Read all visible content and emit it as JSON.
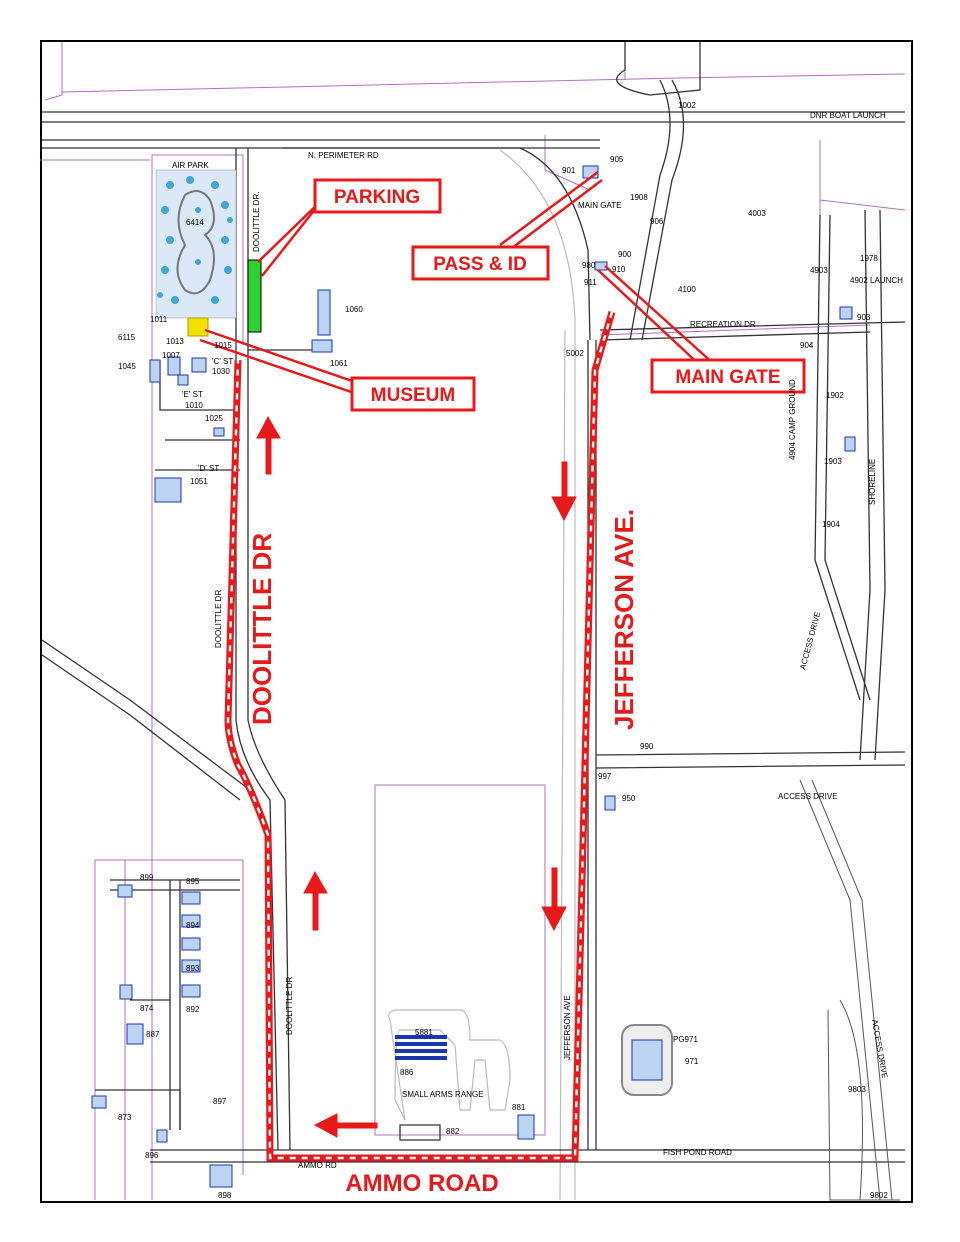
{
  "callouts": {
    "parking": "PARKING",
    "pass_id": "PASS & ID",
    "museum": "MUSEUM",
    "main_gate": "MAIN GATE"
  },
  "route_labels": {
    "doolittle": "DOOLITTLE DR",
    "jefferson": "JEFFERSON AVE.",
    "ammo": "AMMO ROAD"
  },
  "road_labels": {
    "n_perimeter": "N. PERIMETER RD",
    "doolittle_top": "DOOLITTLE DR.",
    "doolittle_mid": "DOOLITTLE DR",
    "doolittle_low": "DOOLITTLE DR",
    "recreation": "RECREATION DR",
    "access_drive_v": "ACCESS DRIVE",
    "access_drive_h": "ACCESS DRIVE",
    "access_drive_se": "ACCESS DRIVE",
    "shoreline": "SHORELINE",
    "fish_pond": "FISH POND ROAD",
    "ammo_rd": "AMMO RD",
    "jefferson_ave": "JEFFERSON AVE",
    "c_st": "'C' ST",
    "d_st": "'D' ST",
    "e_st": "'E' ST",
    "camp_ground": "4904 CAMP GROUND",
    "main_gate_small": "MAIN GATE",
    "air_park": "AIR PARK",
    "dnr_launch": "DNR BOAT LAUNCH",
    "launch": "4902 LAUNCH",
    "small_arms": "SMALL ARMS RANGE"
  },
  "buildings": {
    "b1060": "1060",
    "b1061": "1061",
    "b1045": "1045",
    "b1007": "1007",
    "b1030": "1030",
    "b1010": "1010",
    "b1025": "1025",
    "b1051": "1051",
    "b1011": "1011",
    "b6115": "6115",
    "b1013": "1013",
    "b1015": "1015",
    "b6414": "6414",
    "b901": "901",
    "b905": "905",
    "b1908": "1908",
    "b906": "906",
    "b900": "900",
    "b910": "910",
    "b911": "911",
    "b980": "980",
    "b4003": "4003",
    "b4100": "4100",
    "b4903": "4903",
    "b1978": "1978",
    "b903": "903",
    "b904": "904",
    "b1902": "1902",
    "b1903": "1903",
    "b1904": "1904",
    "b5002": "5002",
    "b1002": "1002",
    "b990": "990",
    "b997": "997",
    "b950": "950",
    "b899": "899",
    "b895": "895",
    "b894": "894",
    "b893": "893",
    "b892": "892",
    "b874": "874",
    "b887": "887",
    "b873": "873",
    "b897": "897",
    "b896": "896",
    "b898": "898",
    "b5881": "5881",
    "b886": "886",
    "b881": "881",
    "b882": "882",
    "pg971": "PG971",
    "b971": "971",
    "b9803": "9803",
    "b9802": "9802"
  },
  "colors": {
    "route": "#e8191a",
    "building_fill": "#bcd3f2",
    "building_stroke": "#1a35b0",
    "parking_fill": "#2fd12f",
    "museum_fill": "#f3e000",
    "boundary": "#b070c0"
  }
}
